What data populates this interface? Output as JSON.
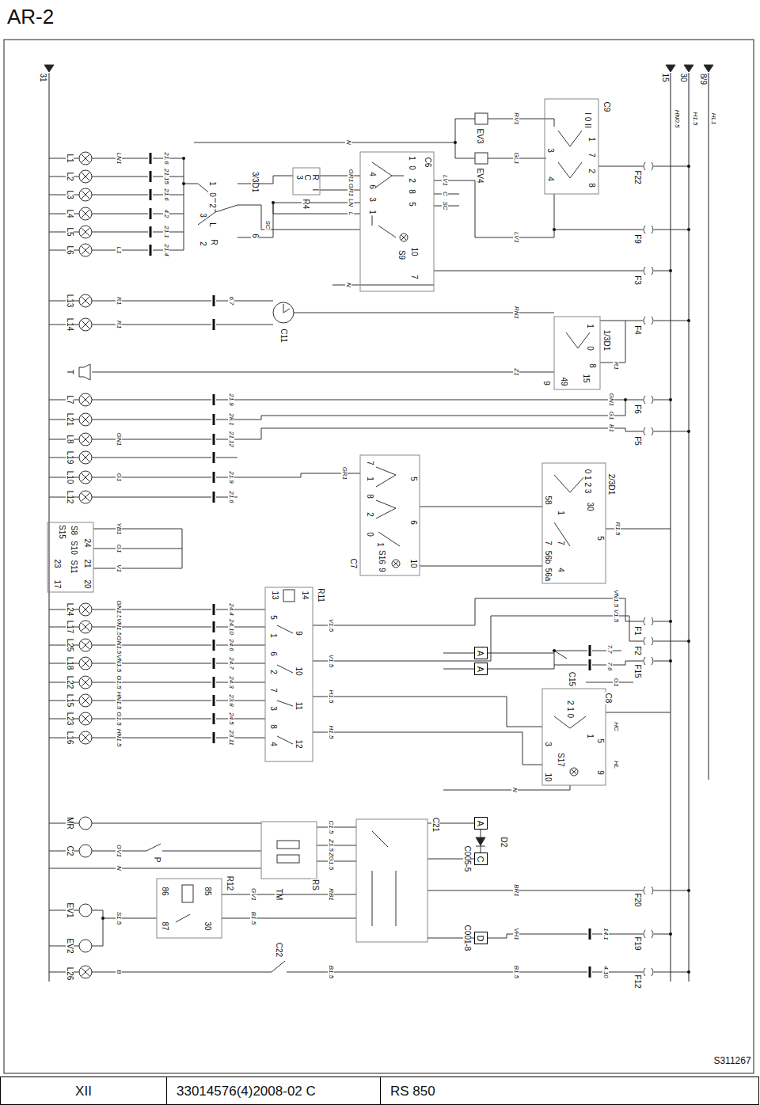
{
  "diagram": {
    "title": "AR-2",
    "nodes": [
      {
        "text": [
          "A"
        ]
      },
      {
        "text": [
          "A"
        ]
      },
      {
        "text": [
          "A"
        ]
      },
      {
        "text": [
          "C"
        ]
      },
      {
        "text": [
          "D"
        ]
      },
      {
        "text": [
          "XII"
        ]
      },
      {
        "text": [
          "33014576(4)2008-02 C"
        ]
      },
      {
        "text": [
          "RS 850"
        ]
      }
    ],
    "labels": [
      "31",
      "15",
      "30",
      "8/9",
      "L1",
      "L2",
      "L3",
      "L4",
      "L5",
      "L6",
      "LN1",
      "L1",
      "21.6",
      "21.15",
      "21.6",
      "4.2",
      "21.1",
      "21.4",
      "1",
      "0",
      "2",
      "L",
      "3",
      "R",
      "2",
      "6",
      "3/3D1",
      "SC",
      "3",
      "C",
      "R",
      "I",
      "R4",
      "N",
      "GR1",
      "GR1",
      "LN",
      "L",
      "C6",
      "1",
      "0",
      "2",
      "8",
      "5",
      "4",
      "6",
      "3",
      "1",
      "10",
      "S9",
      "7",
      "N",
      "LV1",
      "C",
      "SC",
      "EV3",
      "EV4",
      "RV1",
      "GL1",
      "LV1",
      "C9",
      "I 0 II",
      "1",
      "7",
      "2",
      "8",
      "3",
      "4",
      "HN0.5",
      "H1.5",
      "HL1",
      "F22",
      "F9",
      "F3",
      "L13",
      "L14",
      "R1",
      "R1",
      "6.7",
      "C11",
      "RN1",
      "1/3D1",
      "1",
      "0",
      "8",
      "15",
      "9",
      "49",
      "Z1",
      "R1",
      "F4",
      "T",
      "L7",
      "L21",
      "L8",
      "L19",
      "L10",
      "L12",
      "GN1",
      "G1",
      "21.9",
      "28.1",
      "21.12",
      "21.9",
      "21.6",
      "GN1",
      "G1",
      "B1",
      "F6",
      "F5",
      "GR1",
      "7",
      "1",
      "8",
      "2",
      "0",
      "5",
      "6",
      "1",
      "S16",
      "9",
      "10",
      "C7",
      "2/3D1",
      "0 1 2 3",
      "30",
      "58",
      "1",
      "7",
      "7",
      "56b",
      "4",
      "56a",
      "5",
      "R1.5",
      "S15",
      "S8",
      "S10",
      "S11",
      "23",
      "17",
      "24",
      "21",
      "20",
      "YB1",
      "G1",
      "V1",
      "13",
      "14",
      "R11",
      "L24",
      "L17",
      "L25",
      "L18",
      "L22",
      "L15",
      "L23",
      "L16",
      "GN1.5",
      "VN1.5",
      "GN1.5",
      "VN1.5",
      "G1.5",
      "HN1.5",
      "G1.5",
      "HN1.5",
      "24.4",
      "24.10",
      "24.6",
      "24.7",
      "24.3",
      "23.8",
      "24.5",
      "23.11",
      "5",
      "1",
      "6",
      "2",
      "7",
      "3",
      "8",
      "4",
      "9",
      "10",
      "11",
      "12",
      "V1.5",
      "V1.5",
      "H1.5",
      "H1.5",
      "VN1.5",
      "V1.5",
      "7.7",
      "7.6",
      "F1",
      "F2",
      "F15",
      "C15",
      "G1",
      "C8",
      "2 1 0",
      "1",
      "5",
      "3",
      "S17",
      "10",
      "9",
      "HC",
      "HL",
      "N",
      "MR",
      "C2",
      "EV1",
      "EV2",
      "L26",
      "GV1",
      "P",
      "N",
      "86",
      "85",
      "87",
      "30",
      "R12",
      "S1.5",
      "B",
      "GV1",
      "TM",
      "B1.5",
      "C22",
      "C1.5",
      "Z1.5",
      "ZG1.5",
      "RS",
      "RB1",
      "B1.5",
      "C21",
      "D2",
      "C005-5",
      "C001-8",
      "BR1",
      "VH1",
      "B1.5",
      "14.1",
      "4.10",
      "F20",
      "F19",
      "F12",
      "S311267"
    ]
  }
}
